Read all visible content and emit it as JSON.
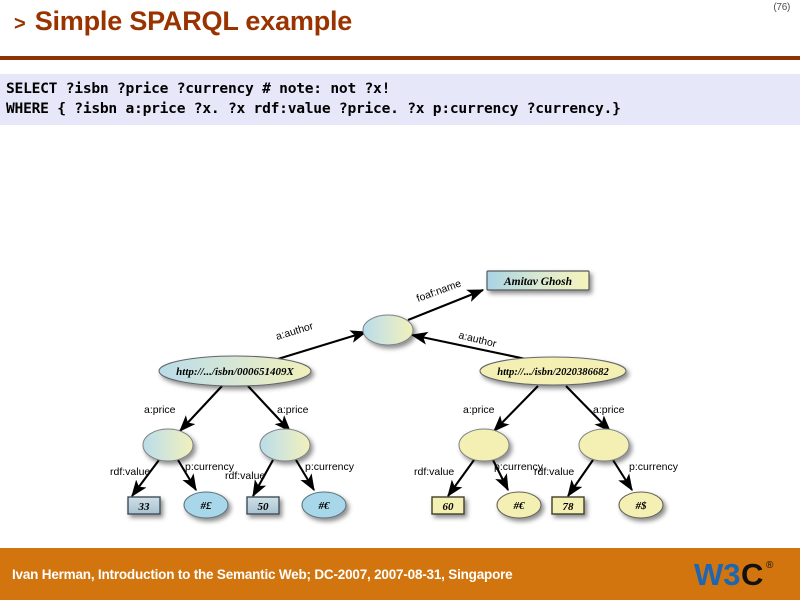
{
  "slide": {
    "page_number": "(76)",
    "title_bullet": ">",
    "title": "Simple SPARQL example",
    "accent_color": "#993300",
    "rule_color": "#8c3503",
    "background": "#ffffff"
  },
  "code": {
    "background": "#e7e7fa",
    "lines": [
      "SELECT ?isbn ?price ?currency # note: not ?x!",
      "WHERE { ?isbn a:price ?x. ?x rdf:value ?price. ?x p:currency ?currency.}"
    ]
  },
  "diagram": {
    "type": "rdf-graph",
    "nodes": {
      "author_blank": {
        "label": "",
        "shape": "ellipse",
        "fill": "gradient-blue-yellow"
      },
      "author_name": {
        "label": "Amitav Ghosh",
        "shape": "rect",
        "fill": "gradient-blue-yellow"
      },
      "isbn_left": {
        "label": "http://.../isbn/000651409X",
        "shape": "ellipse",
        "fill": "gradient-blue-yellow"
      },
      "isbn_right": {
        "label": "http://.../isbn/2020386682",
        "shape": "ellipse",
        "fill": "yellow"
      },
      "price_blank_1": {
        "label": "",
        "shape": "ellipse",
        "fill": "gradient-blue-yellow"
      },
      "price_blank_2": {
        "label": "",
        "shape": "ellipse",
        "fill": "gradient-blue-yellow"
      },
      "price_blank_3": {
        "label": "",
        "shape": "ellipse",
        "fill": "yellow"
      },
      "price_blank_4": {
        "label": "",
        "shape": "ellipse",
        "fill": "yellow"
      },
      "value_33": {
        "label": "33",
        "shape": "rect",
        "fill": "blue"
      },
      "currency_gbp": {
        "label": "#£",
        "shape": "ellipse",
        "fill": "blue"
      },
      "value_50": {
        "label": "50",
        "shape": "rect",
        "fill": "blue"
      },
      "currency_eur_1": {
        "label": "#€",
        "shape": "ellipse",
        "fill": "blue"
      },
      "value_60": {
        "label": "60",
        "shape": "rect",
        "fill": "yellow"
      },
      "currency_eur_2": {
        "label": "#€",
        "shape": "ellipse",
        "fill": "yellow"
      },
      "value_78": {
        "label": "78",
        "shape": "rect",
        "fill": "yellow"
      },
      "currency_usd": {
        "label": "#$",
        "shape": "ellipse",
        "fill": "yellow"
      }
    },
    "edge_labels": {
      "foaf_name": "foaf:name",
      "a_author_left": "a:author",
      "a_author_right": "a:author",
      "a_price_1": "a:price",
      "a_price_2": "a:price",
      "a_price_3": "a:price",
      "a_price_4": "a:price",
      "rdf_value_1": "rdf:value",
      "p_currency_1": "p:currency",
      "rdf_value_2": "rdf:value",
      "p_currency_2": "p:currency",
      "rdf_value_3": "rdf:value",
      "p_currency_3": "p:currency",
      "rdf_value_4": "rdf:value",
      "p_currency_4": "p:currency"
    }
  },
  "footer": {
    "background": "#d2750f",
    "text": "Ivan Herman, Introduction to the Semantic Web; DC-2007, 2007-08-31, Singapore",
    "logo_w3": "W3",
    "logo_c": "C",
    "logo_reg": "®"
  }
}
